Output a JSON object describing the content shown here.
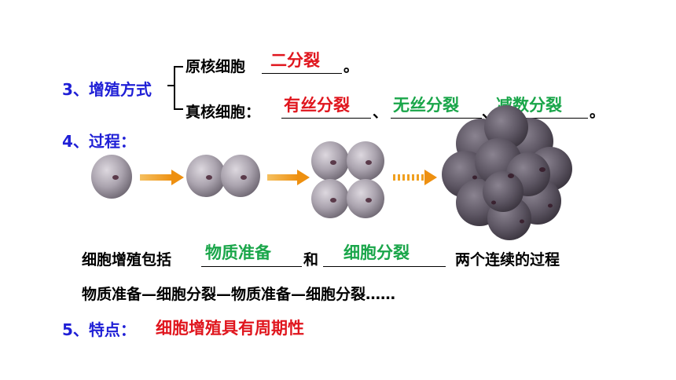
{
  "section3": {
    "heading": "3、增殖方式",
    "prokaryote_label": "原核细胞",
    "prokaryote_answer": "二分裂",
    "period": "。",
    "eukaryote_label": "真核细胞：",
    "answers": [
      "有丝分裂",
      "无丝分裂",
      "减数分裂"
    ],
    "separator": "、",
    "end_period": "。"
  },
  "section4": {
    "heading": "4、过程：",
    "line1_prefix": "细胞增殖包括",
    "answer1": "物质准备",
    "middle": "和",
    "answer2": "细胞分裂",
    "line1_suffix": "两个连续的过程",
    "line2": "物质准备—细胞分裂—物质准备—细胞分裂……"
  },
  "section5": {
    "heading": "5、特点：",
    "answer": "细胞增殖具有周期性"
  },
  "colors": {
    "heading": "#1f1fd6",
    "red_answer": "#e0161e",
    "green_answer": "#1aa64a",
    "arrow": "#f0a020",
    "cell": "#a8a2ab",
    "nucleus": "#5a3a4a"
  },
  "illustration": {
    "cell_icon": "cell-icon",
    "arrow_icon": "arrow-right-icon"
  }
}
